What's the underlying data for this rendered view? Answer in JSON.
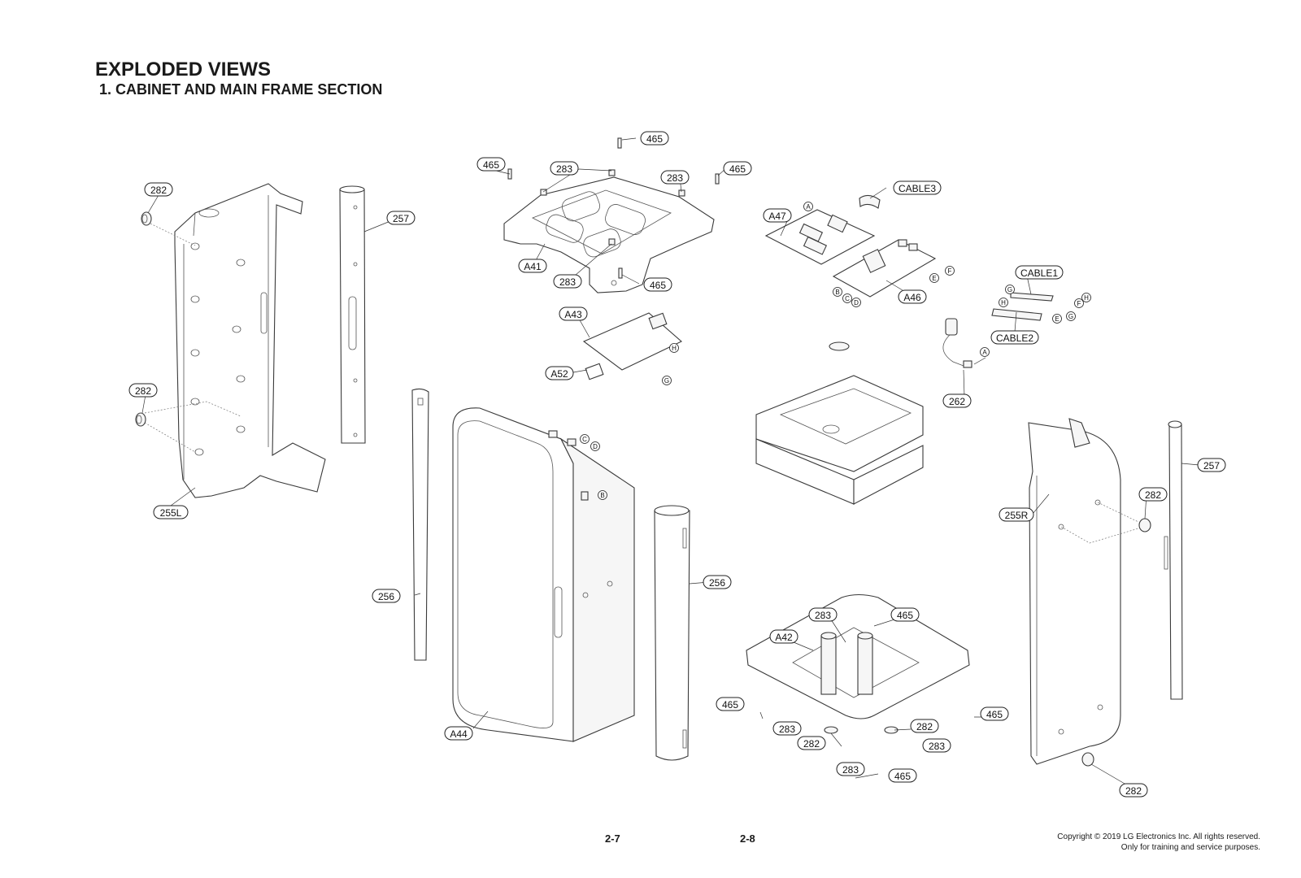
{
  "page": {
    "title": "EXPLODED VIEWS",
    "subtitle": "1. CABINET AND MAIN FRAME SECTION",
    "page_left": "2-7",
    "page_right": "2-8",
    "copyright_line1": "Copyright © 2019 LG Electronics Inc. All rights reserved.",
    "copyright_line2": "Only for training and service purposes."
  },
  "callouts": [
    "282",
    "257",
    "282",
    "255L",
    "465",
    "465",
    "283",
    "283",
    "465",
    "A41",
    "283",
    "465",
    "A47",
    "CABLE3",
    "A46",
    "CABLE1",
    "CABLE2",
    "A43",
    "A52",
    "262",
    "256",
    "A44",
    "256",
    "255R",
    "257",
    "282",
    "283",
    "465",
    "A42",
    "465",
    "283",
    "282",
    "282",
    "283",
    "283",
    "465",
    "465",
    "282"
  ],
  "connectors": [
    "A",
    "B",
    "C",
    "D",
    "E",
    "F",
    "G",
    "H",
    "F",
    "E",
    "H",
    "G",
    "A",
    "H",
    "G",
    "C",
    "D",
    "B"
  ]
}
